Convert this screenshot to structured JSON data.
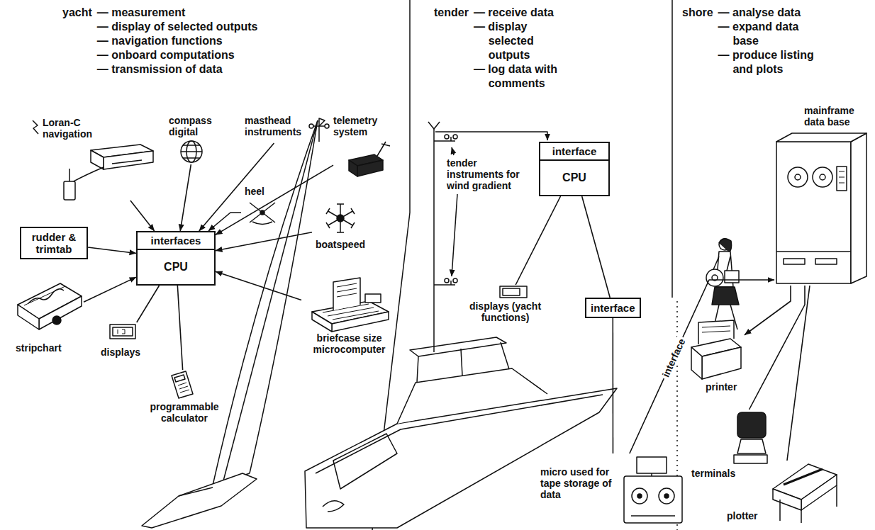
{
  "diagram": {
    "nodes": [
      {
        "text": [
          "Loran-C navigation"
        ]
      },
      {
        "text": [
          "compass digital"
        ]
      },
      {
        "text": [
          "masthead instruments"
        ]
      },
      {
        "text": [
          "telemetry system"
        ]
      },
      {
        "text": [
          "heel"
        ]
      },
      {
        "text": [
          "rudder & trimtab"
        ]
      },
      {
        "text": [
          "interfaces",
          "CPU"
        ]
      },
      {
        "text": [
          "boatspeed"
        ]
      },
      {
        "text": [
          "stripchart"
        ]
      },
      {
        "text": [
          "displays"
        ]
      },
      {
        "text": [
          "briefcase size microcomputer"
        ]
      },
      {
        "text": [
          "programmable calculator"
        ]
      },
      {
        "text": [
          "interface",
          "CPU"
        ]
      },
      {
        "text": [
          "displays (yacht functions)"
        ]
      },
      {
        "text": [
          "interface"
        ]
      },
      {
        "text": [
          "micro used for tape storage of data"
        ]
      },
      {
        "text": [
          "mainframe data base"
        ]
      },
      {
        "text": [
          "printer"
        ]
      },
      {
        "text": [
          "terminals"
        ]
      },
      {
        "text": [
          "plotter"
        ]
      }
    ],
    "edges": [
      {
        "from": 0,
        "to": 6,
        "arrow": "to"
      },
      {
        "from": 1,
        "to": 6,
        "arrow": "to"
      },
      {
        "from": 2,
        "to": 6,
        "arrow": "to"
      },
      {
        "from": 3,
        "to": 6,
        "arrow": "to"
      },
      {
        "from": 4,
        "to": 6,
        "arrow": "to"
      },
      {
        "from": 5,
        "to": 6,
        "arrow": "to"
      },
      {
        "from": 7,
        "to": 6,
        "arrow": "to"
      },
      {
        "from": 8,
        "to": 6,
        "arrow": "to"
      },
      {
        "from": 6,
        "to": 9,
        "arrow": "none"
      },
      {
        "from": 10,
        "to": 6,
        "arrow": "to"
      },
      {
        "from": 6,
        "to": 11,
        "arrow": "none"
      },
      {
        "from": 12,
        "to": 13,
        "arrow": "none"
      },
      {
        "from": 12,
        "to": 14,
        "arrow": "none"
      },
      {
        "from": 14,
        "to": 15,
        "arrow": "none"
      },
      {
        "from": 15,
        "to": 16,
        "label": "interface",
        "arrow": "to"
      },
      {
        "from": 16,
        "to": 17,
        "arrow": "to"
      },
      {
        "from": 16,
        "to": 18,
        "arrow": "none"
      },
      {
        "from": 16,
        "to": 19,
        "arrow": "none"
      }
    ],
    "labels": [
      "yacht",
      "— measurement",
      "— display of selected outputs",
      "— navigation functions",
      "— onboard computations",
      "— transmission of data",
      "tender",
      "— receive data",
      "— display selected outputs",
      "— log data with comments",
      "shore",
      "— analyse data",
      "— expand data base",
      "— produce listing and plots",
      "tender instruments for wind gradient"
    ]
  }
}
